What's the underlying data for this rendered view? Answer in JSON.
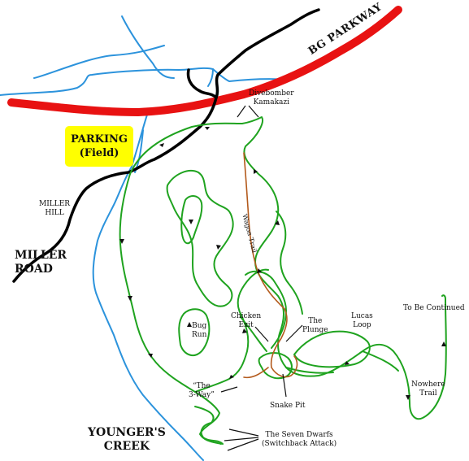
{
  "colors": {
    "background": "#ffffff",
    "parkway": "#e81212",
    "road": "#000000",
    "creek": "#2c93dc",
    "trail": "#1fa31f",
    "wagon_trail": "#b35a1c",
    "parking_fill": "#ffff00"
  },
  "roads": {
    "parkway": "BG PARKWAY",
    "miller_road_line1": "MILLER",
    "miller_road_line2": "ROAD",
    "miller_hill_line1": "MILLER",
    "miller_hill_line2": "HILL"
  },
  "water": {
    "creek_line1": "YOUNGER'S",
    "creek_line2": "CREEK"
  },
  "parking": {
    "line1": "PARKING",
    "line2": "(Field)"
  },
  "trails": {
    "divebomber_line1": "Divebomber",
    "divebomber_line2": "Kamakazi",
    "wagon_trail": "Wagon Trail",
    "chicken_line1": "Chicken",
    "chicken_line2": "Exit",
    "plunge_line1": "The",
    "plunge_line2": "Plunge",
    "lucas_line1": "Lucas",
    "lucas_line2": "Loop",
    "continued": "To Be Continued",
    "bug_line1": "Bug",
    "bug_line2": "Run",
    "three_way_line1": "“The",
    "three_way_line2": "3-Way”",
    "snake_pit": "Snake Pit",
    "nowhere_line1": "Nowhere",
    "nowhere_line2": "Trail",
    "dwarfs_line1": "The Seven Dwarfs",
    "dwarfs_line2": "(Switchback Attack)"
  },
  "icons": {
    "arrow": "direction-arrow-icon",
    "pointer": "leader-line-icon"
  }
}
